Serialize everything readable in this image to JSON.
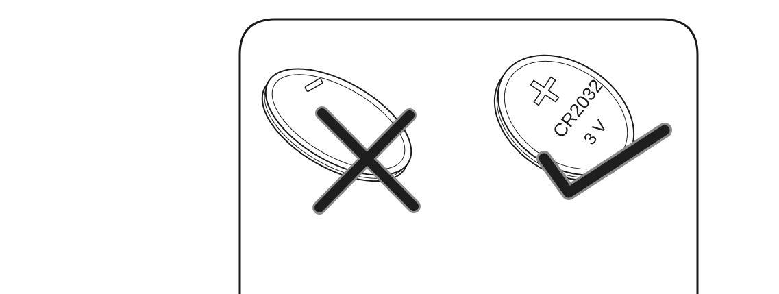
{
  "panel": {
    "incorrect": {
      "polarity_marking": "−",
      "indicator_icon": "cross-mark",
      "indicator_color": "#1e1e1e",
      "indicator_outline_color": "#8a8a8a"
    },
    "correct": {
      "polarity_marking": "+",
      "model_label": "CR2032",
      "voltage_label": "3 V",
      "indicator_icon": "check-mark",
      "indicator_color": "#1e1e1e",
      "indicator_outline_color": "#8a8a8a"
    }
  }
}
